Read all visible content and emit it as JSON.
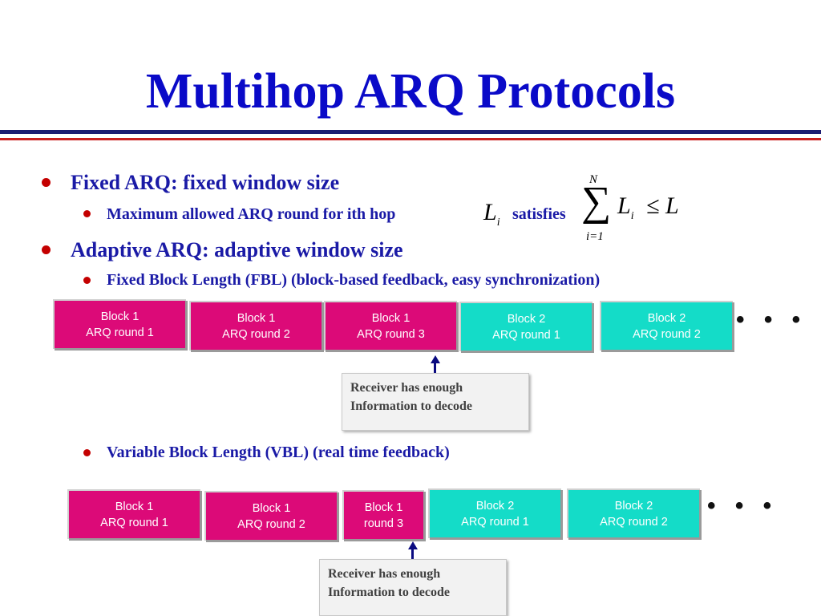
{
  "title": "Multihop ARQ Protocols",
  "bullets": {
    "fixed_arq": "Fixed ARQ: fixed window size",
    "fixed_arq_sub_prefix": "Maximum allowed ARQ round for ith hop",
    "fixed_arq_sub_satisfies": "satisfies",
    "adaptive_arq": "Adaptive ARQ: adaptive window size",
    "fbl": "Fixed Block Length (FBL) (block-based feedback, easy synchronization)",
    "vbl": "Variable Block Length (VBL) (real time feedback)"
  },
  "math": {
    "L": "L",
    "i": "i",
    "sum": "∑",
    "upper": "N",
    "lower": "i=1",
    "leq": "≤ L"
  },
  "fbl_blocks": [
    {
      "line1": "Block 1",
      "line2": "ARQ round 1",
      "color": "#dc0a78"
    },
    {
      "line1": "Block 1",
      "line2": "ARQ round 2",
      "color": "#dc0a78"
    },
    {
      "line1": "Block 1",
      "line2": "ARQ round 3",
      "color": "#dc0a78"
    },
    {
      "line1": "Block 2",
      "line2": "ARQ round 1",
      "color": "#14dcc8"
    },
    {
      "line1": "Block 2",
      "line2": "ARQ round 2",
      "color": "#14dcc8"
    }
  ],
  "vbl_blocks": [
    {
      "line1": "Block 1",
      "line2": "ARQ round 1",
      "color": "#dc0a78"
    },
    {
      "line1": "Block 1",
      "line2": "ARQ round 2",
      "color": "#dc0a78"
    },
    {
      "line1": "Block 1",
      "line2": "round 3",
      "color": "#dc0a78"
    },
    {
      "line1": "Block 2",
      "line2": "ARQ round 1",
      "color": "#14dcc8"
    },
    {
      "line1": "Block 2",
      "line2": "ARQ round 2",
      "color": "#14dcc8"
    }
  ],
  "ellipsis": "• • •",
  "note": {
    "line1": "Receiver has enough",
    "line2": "Information to decode"
  }
}
